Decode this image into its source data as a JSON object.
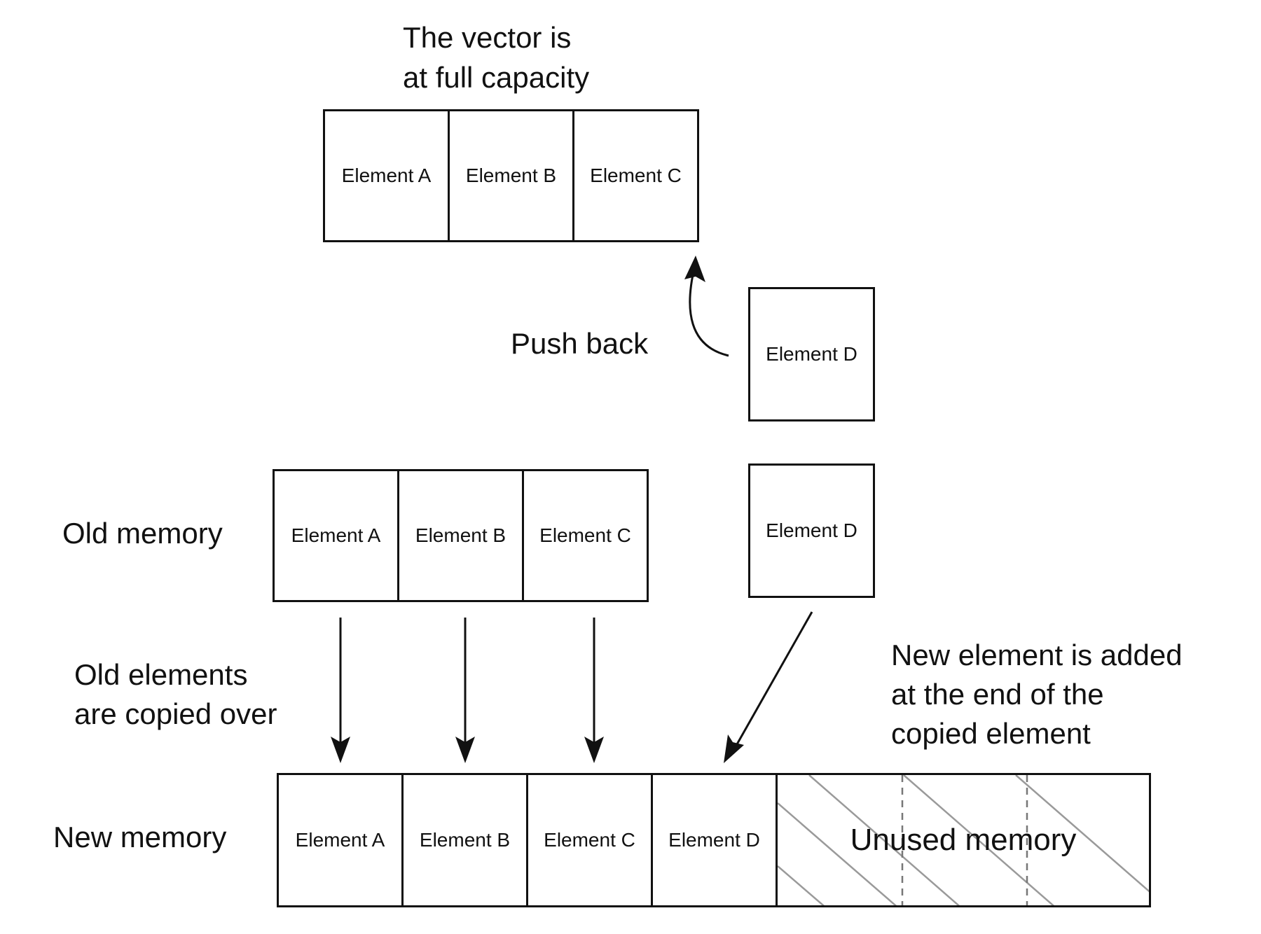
{
  "labels": {
    "capacity_line1": "The vector is",
    "capacity_line2": "at full capacity",
    "push_back": "Push back",
    "old_memory": "Old memory",
    "copied_line1": "Old elements",
    "copied_line2": "are copied over",
    "new_memory": "New memory",
    "added_line1": "New element is added",
    "added_line2": "at the end of the",
    "added_line3": "copied element"
  },
  "full_vector": [
    "Element A",
    "Element B",
    "Element C"
  ],
  "pushed_element": "Element D",
  "pending_element": "Element D",
  "old_memory_cells": [
    "Element A",
    "Element B",
    "Element C"
  ],
  "new_memory_cells": [
    "Element A",
    "Element B",
    "Element C",
    "Element D"
  ],
  "unused_memory": "Unused memory",
  "colors": {
    "stroke": "#111111",
    "hatch": "#9a9a9a",
    "background": "#ffffff"
  }
}
